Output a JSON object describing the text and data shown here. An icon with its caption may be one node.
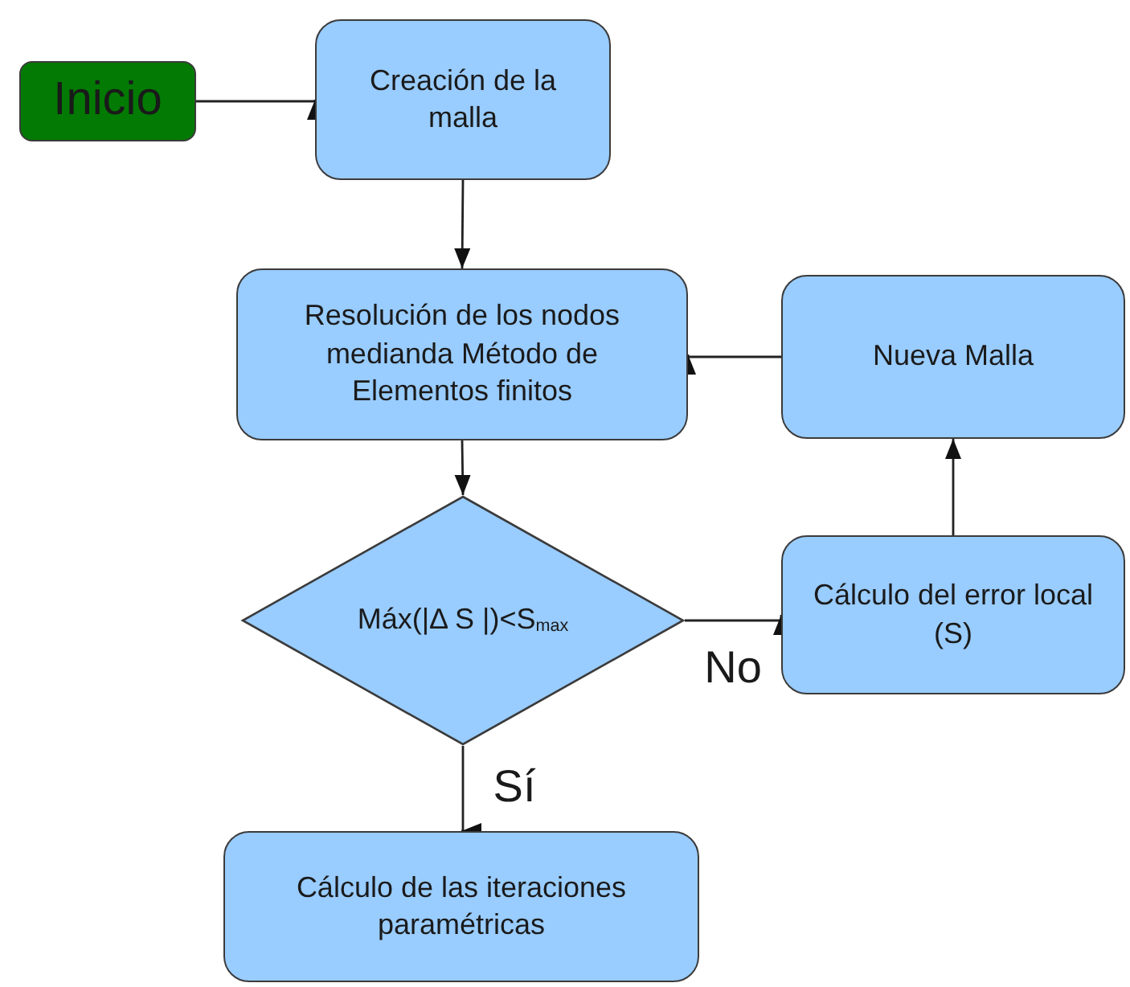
{
  "diagram": {
    "nodes": [
      {
        "text": [
          "Inicio"
        ]
      },
      {
        "text": [
          "Creación de la malla"
        ]
      },
      {
        "text": [
          "Resolución de los nodos medianda Método de Elementos finitos"
        ]
      },
      {
        "text": [
          "Nueva Malla"
        ]
      },
      {
        "text": [
          "Máx(|Δ S |)<S$_{max}$"
        ]
      },
      {
        "text": [
          "Cálculo del error local (S)"
        ]
      },
      {
        "text": [
          "Cálculo de las iteraciones paramétricas"
        ]
      }
    ],
    "edges": [
      {
        "from": 0,
        "to": 1,
        "arrow": "to"
      },
      {
        "from": 1,
        "to": 2,
        "arrow": "to"
      },
      {
        "from": 2,
        "to": 4,
        "arrow": "to"
      },
      {
        "from": 4,
        "to": 5,
        "arrow": "to",
        "label": "No"
      },
      {
        "from": 5,
        "to": 3,
        "arrow": "to"
      },
      {
        "from": 3,
        "to": 2,
        "arrow": "to"
      },
      {
        "from": 4,
        "to": 6,
        "arrow": "to",
        "label": "Sí"
      }
    ]
  }
}
